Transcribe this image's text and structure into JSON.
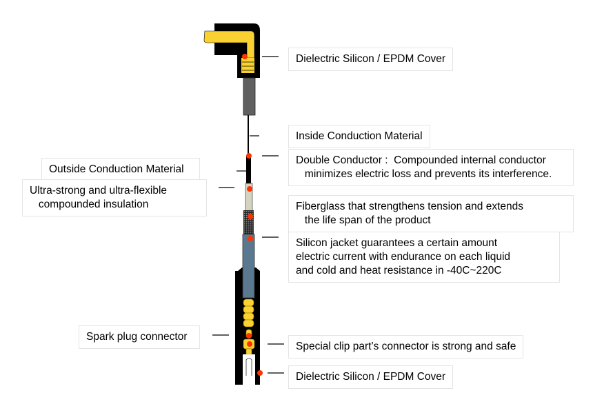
{
  "labels": {
    "top_cover": "Dielectric Silicon / EPDM Cover",
    "inside_conduction": "Inside Conduction Material",
    "double_conductor": "Double Conductor :  Compounded internal conductor\n   minimizes electric loss and prevents its interference.",
    "outside_conduction": "Outside Conduction Material",
    "insulation": "Ultra-strong and ultra-flexible\n   compounded insulation",
    "fiberglass": "Fiberglass that strengthens tension and extends\n   the life span of the product",
    "silicon_jacket": "Silicon jacket guarantees a certain amount\nelectric current with endurance on each liquid\nand cold and heat resistance in -40C~220C",
    "spark_plug": "Spark plug connector",
    "clip": "Special clip part’s connector is strong and safe",
    "bottom_cover": "Dielectric Silicon / EPDM Cover"
  },
  "colors": {
    "yellow": "#f9d232",
    "marker": "#ff3300",
    "jacket": "#5a7890",
    "boot": "#606060",
    "insulation": "#d4d2c0"
  }
}
